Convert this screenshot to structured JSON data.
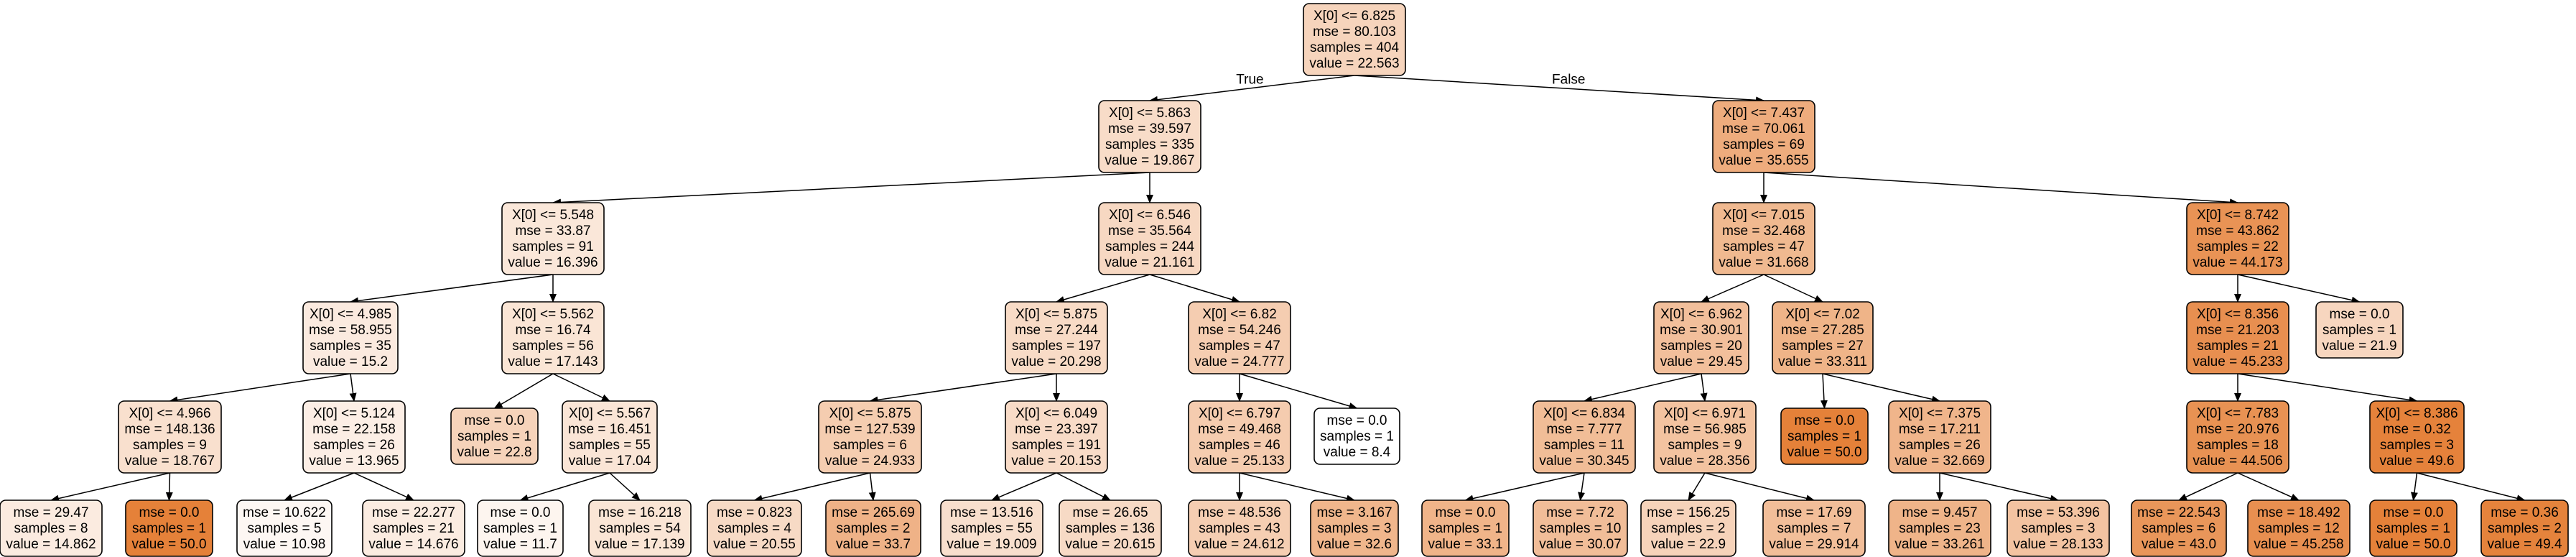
{
  "colors": {
    "min": "#ffffff",
    "max": "#e58139",
    "edge": "#000000"
  },
  "edge_labels": {
    "left": "True",
    "right": "False"
  },
  "nodes": [
    {
      "id": 0,
      "lines": [
        "X[0] <= 6.825",
        "mse = 80.103",
        "samples = 404",
        "value = 22.563"
      ],
      "value": 22.563
    },
    {
      "id": 1,
      "lines": [
        "X[0] <= 5.863",
        "mse = 39.597",
        "samples = 335",
        "value = 19.867"
      ],
      "value": 19.867
    },
    {
      "id": 2,
      "lines": [
        "X[0] <= 7.437",
        "mse = 70.061",
        "samples = 69",
        "value = 35.655"
      ],
      "value": 35.655
    },
    {
      "id": 3,
      "lines": [
        "X[0] <= 5.548",
        "mse = 33.87",
        "samples = 91",
        "value = 16.396"
      ],
      "value": 16.396
    },
    {
      "id": 4,
      "lines": [
        "X[0] <= 6.546",
        "mse = 35.564",
        "samples = 244",
        "value = 21.161"
      ],
      "value": 21.161
    },
    {
      "id": 5,
      "lines": [
        "X[0] <= 7.015",
        "mse = 32.468",
        "samples = 47",
        "value = 31.668"
      ],
      "value": 31.668
    },
    {
      "id": 6,
      "lines": [
        "X[0] <= 8.742",
        "mse = 43.862",
        "samples = 22",
        "value = 44.173"
      ],
      "value": 44.173
    },
    {
      "id": 7,
      "lines": [
        "X[0] <= 4.985",
        "mse = 58.955",
        "samples = 35",
        "value = 15.2"
      ],
      "value": 15.2
    },
    {
      "id": 8,
      "lines": [
        "X[0] <= 5.562",
        "mse = 16.74",
        "samples = 56",
        "value = 17.143"
      ],
      "value": 17.143
    },
    {
      "id": 9,
      "lines": [
        "X[0] <= 5.875",
        "mse = 27.244",
        "samples = 197",
        "value = 20.298"
      ],
      "value": 20.298
    },
    {
      "id": 10,
      "lines": [
        "X[0] <= 6.82",
        "mse = 54.246",
        "samples = 47",
        "value = 24.777"
      ],
      "value": 24.777
    },
    {
      "id": 11,
      "lines": [
        "X[0] <= 6.962",
        "mse = 30.901",
        "samples = 20",
        "value = 29.45"
      ],
      "value": 29.45
    },
    {
      "id": 12,
      "lines": [
        "X[0] <= 7.02",
        "mse = 27.285",
        "samples = 27",
        "value = 33.311"
      ],
      "value": 33.311
    },
    {
      "id": 13,
      "lines": [
        "X[0] <= 8.356",
        "mse = 21.203",
        "samples = 21",
        "value = 45.233"
      ],
      "value": 45.233
    },
    {
      "id": 14,
      "lines": [
        "mse = 0.0",
        "samples = 1",
        "value = 21.9"
      ],
      "value": 21.9
    },
    {
      "id": 15,
      "lines": [
        "X[0] <= 4.966",
        "mse = 148.136",
        "samples = 9",
        "value = 18.767"
      ],
      "value": 18.767
    },
    {
      "id": 16,
      "lines": [
        "X[0] <= 5.124",
        "mse = 22.158",
        "samples = 26",
        "value = 13.965"
      ],
      "value": 13.965
    },
    {
      "id": 17,
      "lines": [
        "mse = 0.0",
        "samples = 1",
        "value = 22.8"
      ],
      "value": 22.8
    },
    {
      "id": 18,
      "lines": [
        "X[0] <= 5.567",
        "mse = 16.451",
        "samples = 55",
        "value = 17.04"
      ],
      "value": 17.04
    },
    {
      "id": 19,
      "lines": [
        "X[0] <= 5.875",
        "mse = 127.539",
        "samples = 6",
        "value = 24.933"
      ],
      "value": 24.933
    },
    {
      "id": 20,
      "lines": [
        "X[0] <= 6.049",
        "mse = 23.397",
        "samples = 191",
        "value = 20.153"
      ],
      "value": 20.153
    },
    {
      "id": 21,
      "lines": [
        "X[0] <= 6.797",
        "mse = 49.468",
        "samples = 46",
        "value = 25.133"
      ],
      "value": 25.133
    },
    {
      "id": 22,
      "lines": [
        "mse = 0.0",
        "samples = 1",
        "value = 8.4"
      ],
      "value": 8.4
    },
    {
      "id": 23,
      "lines": [
        "X[0] <= 6.834",
        "mse = 7.777",
        "samples = 11",
        "value = 30.345"
      ],
      "value": 30.345
    },
    {
      "id": 24,
      "lines": [
        "X[0] <= 6.971",
        "mse = 56.985",
        "samples = 9",
        "value = 28.356"
      ],
      "value": 28.356
    },
    {
      "id": 25,
      "lines": [
        "mse = 0.0",
        "samples = 1",
        "value = 50.0"
      ],
      "value": 50.0
    },
    {
      "id": 26,
      "lines": [
        "X[0] <= 7.375",
        "mse = 17.211",
        "samples = 26",
        "value = 32.669"
      ],
      "value": 32.669
    },
    {
      "id": 27,
      "lines": [
        "X[0] <= 7.783",
        "mse = 20.976",
        "samples = 18",
        "value = 44.506"
      ],
      "value": 44.506
    },
    {
      "id": 28,
      "lines": [
        "X[0] <= 8.386",
        "mse = 0.32",
        "samples = 3",
        "value = 49.6"
      ],
      "value": 49.6
    },
    {
      "id": 29,
      "lines": [
        "mse = 29.47",
        "samples = 8",
        "value = 14.862"
      ],
      "value": 14.862
    },
    {
      "id": 30,
      "lines": [
        "mse = 0.0",
        "samples = 1",
        "value = 50.0"
      ],
      "value": 50.0
    },
    {
      "id": 31,
      "lines": [
        "mse = 10.622",
        "samples = 5",
        "value = 10.98"
      ],
      "value": 10.98
    },
    {
      "id": 32,
      "lines": [
        "mse = 22.277",
        "samples = 21",
        "value = 14.676"
      ],
      "value": 14.676
    },
    {
      "id": 33,
      "lines": [
        "mse = 0.0",
        "samples = 1",
        "value = 11.7"
      ],
      "value": 11.7
    },
    {
      "id": 34,
      "lines": [
        "mse = 16.218",
        "samples = 54",
        "value = 17.139"
      ],
      "value": 17.139
    },
    {
      "id": 35,
      "lines": [
        "mse = 0.823",
        "samples = 4",
        "value = 20.55"
      ],
      "value": 20.55
    },
    {
      "id": 36,
      "lines": [
        "mse = 265.69",
        "samples = 2",
        "value = 33.7"
      ],
      "value": 33.7
    },
    {
      "id": 37,
      "lines": [
        "mse = 13.516",
        "samples = 55",
        "value = 19.009"
      ],
      "value": 19.009
    },
    {
      "id": 38,
      "lines": [
        "mse = 26.65",
        "samples = 136",
        "value = 20.615"
      ],
      "value": 20.615
    },
    {
      "id": 39,
      "lines": [
        "mse = 48.536",
        "samples = 43",
        "value = 24.612"
      ],
      "value": 24.612
    },
    {
      "id": 40,
      "lines": [
        "mse = 3.167",
        "samples = 3",
        "value = 32.6"
      ],
      "value": 32.6
    },
    {
      "id": 41,
      "lines": [
        "mse = 0.0",
        "samples = 1",
        "value = 33.1"
      ],
      "value": 33.1
    },
    {
      "id": 42,
      "lines": [
        "mse = 7.72",
        "samples = 10",
        "value = 30.07"
      ],
      "value": 30.07
    },
    {
      "id": 43,
      "lines": [
        "mse = 156.25",
        "samples = 2",
        "value = 22.9"
      ],
      "value": 22.9
    },
    {
      "id": 44,
      "lines": [
        "mse = 17.69",
        "samples = 7",
        "value = 29.914"
      ],
      "value": 29.914
    },
    {
      "id": 45,
      "lines": [
        "mse = 9.457",
        "samples = 23",
        "value = 33.261"
      ],
      "value": 33.261
    },
    {
      "id": 46,
      "lines": [
        "mse = 53.396",
        "samples = 3",
        "value = 28.133"
      ],
      "value": 28.133
    },
    {
      "id": 47,
      "lines": [
        "mse = 22.543",
        "samples = 6",
        "value = 43.0"
      ],
      "value": 43.0
    },
    {
      "id": 48,
      "lines": [
        "mse = 18.492",
        "samples = 12",
        "value = 45.258"
      ],
      "value": 45.258
    },
    {
      "id": 49,
      "lines": [
        "mse = 0.0",
        "samples = 1",
        "value = 50.0"
      ],
      "value": 50.0
    },
    {
      "id": 50,
      "lines": [
        "mse = 0.36",
        "samples = 2",
        "value = 49.4"
      ],
      "value": 49.4
    }
  ],
  "edges": [
    [
      0,
      1
    ],
    [
      0,
      2
    ],
    [
      1,
      3
    ],
    [
      1,
      4
    ],
    [
      2,
      5
    ],
    [
      2,
      6
    ],
    [
      3,
      7
    ],
    [
      3,
      8
    ],
    [
      4,
      9
    ],
    [
      4,
      10
    ],
    [
      5,
      11
    ],
    [
      5,
      12
    ],
    [
      6,
      13
    ],
    [
      6,
      14
    ],
    [
      7,
      15
    ],
    [
      7,
      16
    ],
    [
      8,
      17
    ],
    [
      8,
      18
    ],
    [
      9,
      19
    ],
    [
      9,
      20
    ],
    [
      10,
      21
    ],
    [
      10,
      22
    ],
    [
      11,
      23
    ],
    [
      11,
      24
    ],
    [
      12,
      25
    ],
    [
      12,
      26
    ],
    [
      13,
      27
    ],
    [
      13,
      28
    ],
    [
      15,
      29
    ],
    [
      15,
      30
    ],
    [
      16,
      31
    ],
    [
      16,
      32
    ],
    [
      18,
      33
    ],
    [
      18,
      34
    ],
    [
      19,
      35
    ],
    [
      19,
      36
    ],
    [
      20,
      37
    ],
    [
      20,
      38
    ],
    [
      21,
      39
    ],
    [
      21,
      40
    ],
    [
      23,
      41
    ],
    [
      23,
      42
    ],
    [
      24,
      43
    ],
    [
      24,
      44
    ],
    [
      26,
      45
    ],
    [
      26,
      46
    ],
    [
      27,
      47
    ],
    [
      27,
      48
    ],
    [
      28,
      49
    ],
    [
      28,
      50
    ]
  ]
}
